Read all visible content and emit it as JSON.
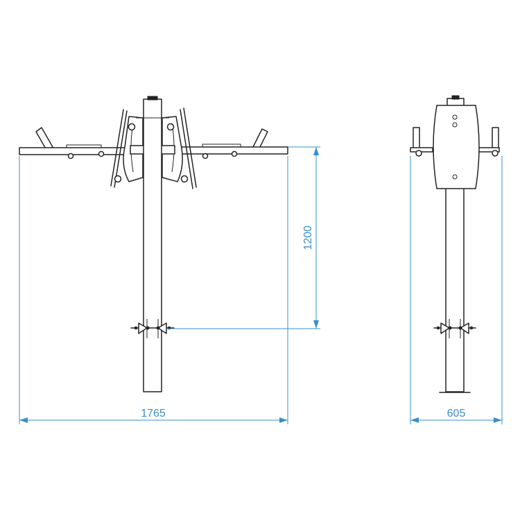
{
  "dimensions": {
    "front_width": "1765",
    "front_height": "1200",
    "side_width": "605"
  },
  "colors": {
    "dimension": "#3a8fc8",
    "outline": "#222222",
    "background": "#ffffff"
  }
}
